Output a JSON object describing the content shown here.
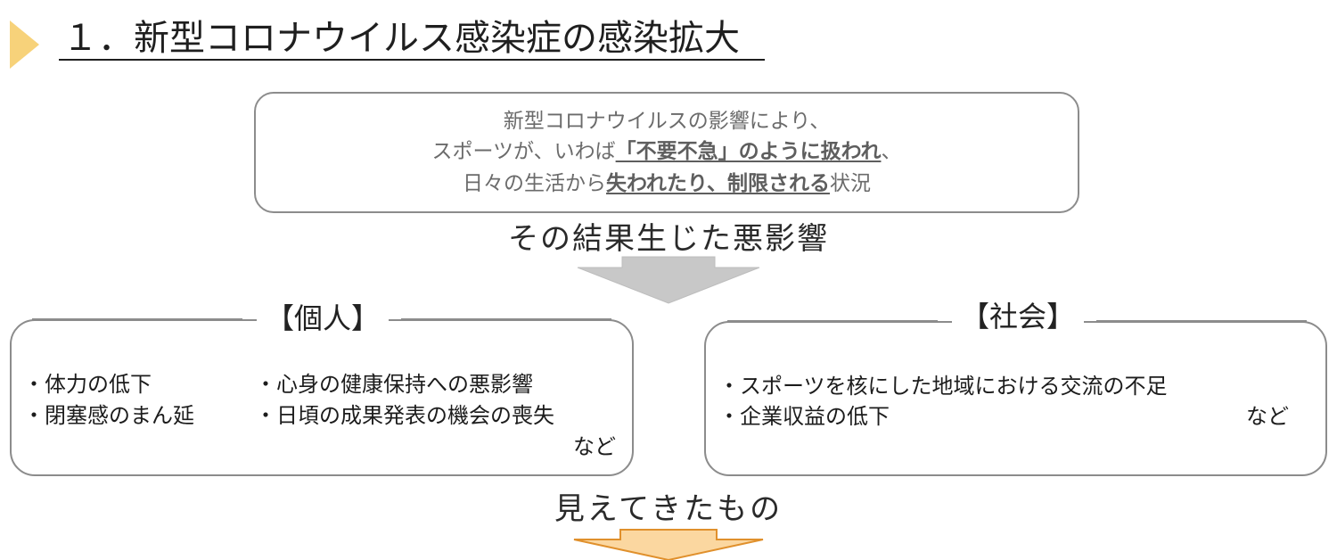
{
  "title": "１．新型コロナウイルス感染症の感染拡大",
  "situation": {
    "line1": "新型コロナウイルスの影響により、",
    "line2_prefix": "スポーツが、いわば",
    "line2_emphasis": "「不要不急」のように扱われ",
    "line2_suffix": "、",
    "line3_prefix": "日々の生活から",
    "line3_emphasis": "失われたり、制限される",
    "line3_suffix": "状況"
  },
  "result_label": "その結果生じた悪影響",
  "personal": {
    "heading": "【個人】",
    "items": [
      "・体力の低下",
      "・閉塞感のまん延",
      "・心身の健康保持への悪影響",
      "・日頃の成果発表の機会の喪失"
    ],
    "etc": "など"
  },
  "society": {
    "heading": "【社会】",
    "items": [
      "・スポーツを核にした地域における交流の不足",
      "・企業収益の低下"
    ],
    "etc": "など"
  },
  "seen_label": "見えてきたもの",
  "colors": {
    "title_marker": "#f7d27a",
    "border_gray": "#8c8c8c",
    "arrow_gray": "#c8c8c8",
    "arrow_orange_fill": "#fbd7a0",
    "arrow_orange_stroke": "#e0902c"
  }
}
